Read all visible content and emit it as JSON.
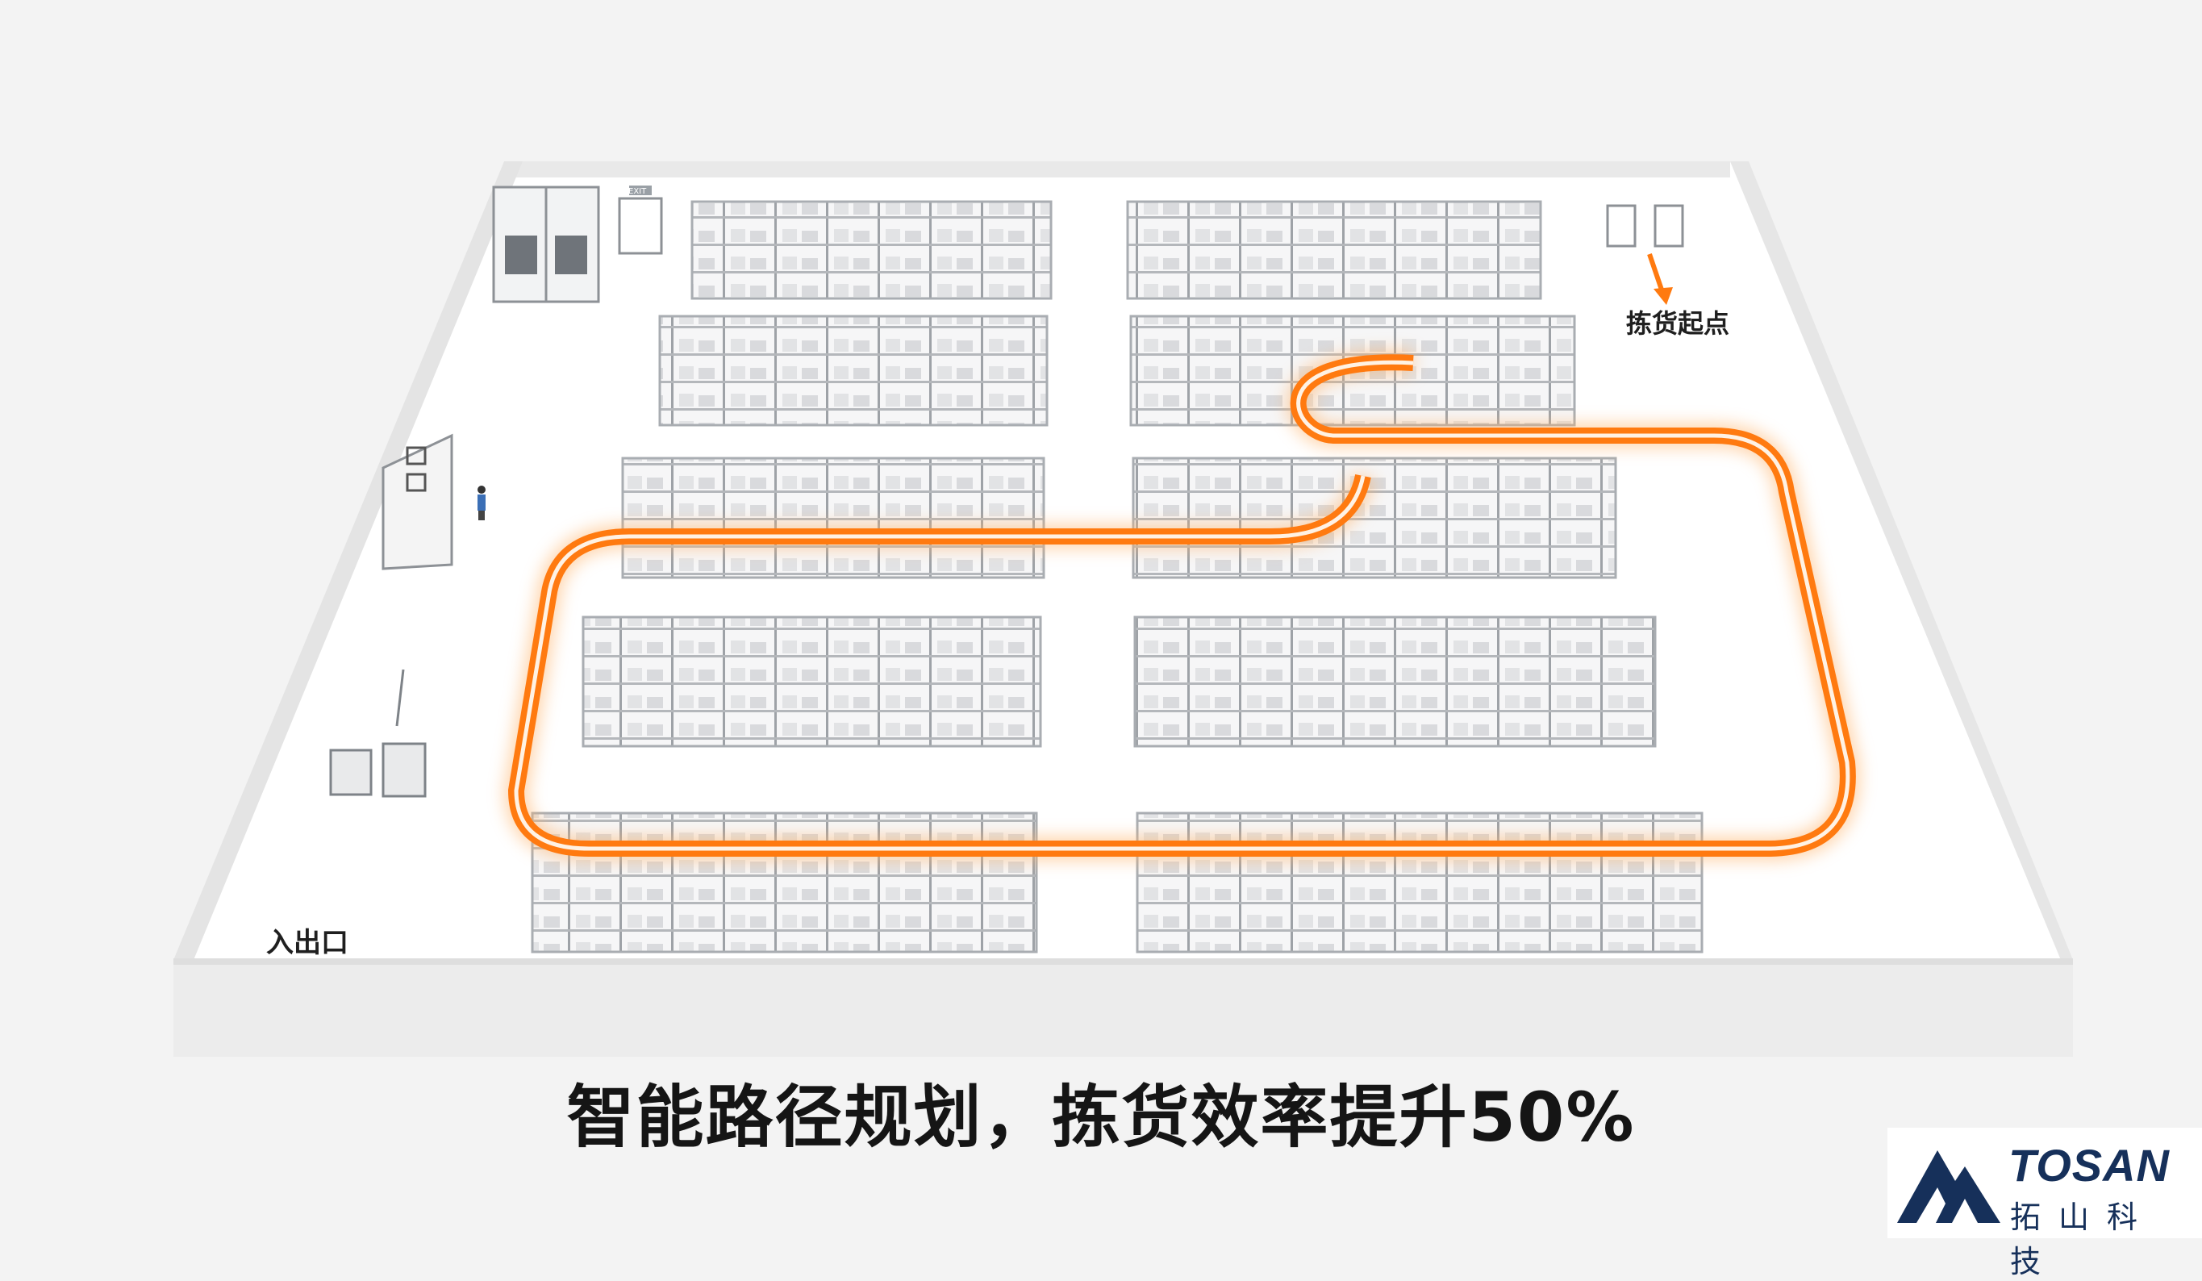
{
  "diagram": {
    "labels": {
      "start": "拣货起点",
      "entrance": "入出口",
      "exit_sign": "EXIT"
    },
    "caption": "智能路径规划，拣货效率提升50%",
    "colors": {
      "route": "#ff7a10",
      "route_glow": "#ffb36a",
      "shelf": "#c9cbce",
      "floor": "#ffffff",
      "wall": "#e6e6e6"
    }
  },
  "brand": {
    "name_en": "TOSAN",
    "name_cn": "拓山科技",
    "color": "#16305a"
  }
}
